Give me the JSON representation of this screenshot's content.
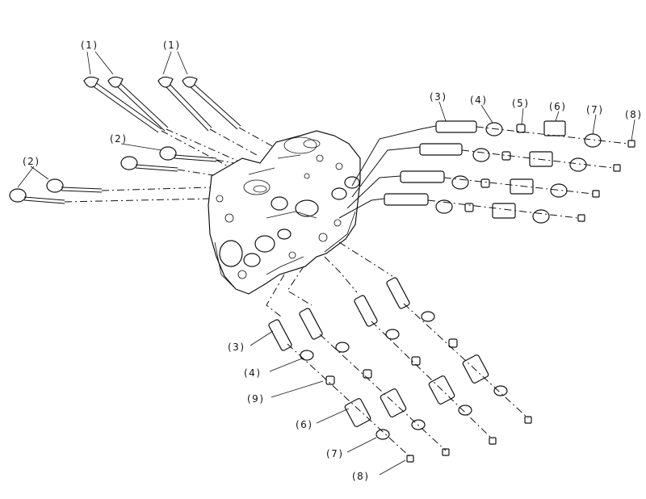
{
  "diagram": {
    "callouts": {
      "valve_top_left": "(1)",
      "valve_top_right": "(1)",
      "valve_mid": "(2)",
      "valve_left": "(2)",
      "right_guide": "(3)",
      "right_seal": "(4)",
      "right_seat": "(5)",
      "right_spring": "(6)",
      "right_retainer": "(7)",
      "right_keeper": "(8)",
      "bottom_guide": "(3)",
      "bottom_seal": "(4)",
      "bottom_seat": "(9)",
      "bottom_spring": "(6)",
      "bottom_retainer": "(7)",
      "bottom_keeper": "(8)"
    }
  }
}
